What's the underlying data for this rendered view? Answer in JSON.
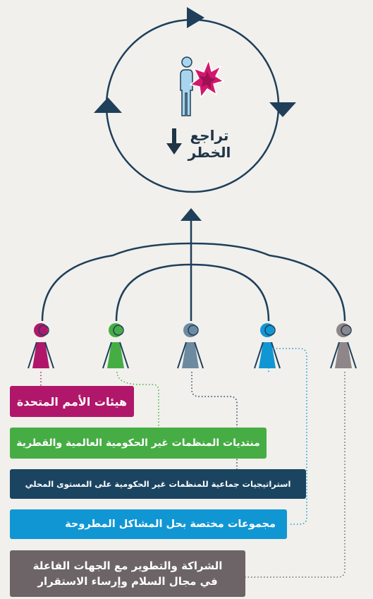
{
  "center": {
    "line1": "تراجع",
    "line2": "الخطر"
  },
  "labels": [
    {
      "text": "هيئات الأمم المتحدة",
      "color": "#b0176b"
    },
    {
      "text": "منتديات المنظمات غير الحكومية العالمية والقطرية",
      "color": "#46ad45"
    },
    {
      "text": "استراتيجيات جماعية للمنظمات غير الحكومية على المستوى المحلي",
      "color": "#1b4461"
    },
    {
      "text": "مجموعات مختصة بحل المشاكل المطروحة",
      "color": "#1196d4"
    },
    {
      "text": "الشراكة والتطوير مع الجهات الفاعلة",
      "text2": "في مجال السلام وإرساء الاستقرار",
      "color": "#6c6466"
    }
  ],
  "colors": {
    "line": "#1f3f5a",
    "person_blue": "#a9d4ee",
    "burst": "#d2176e"
  }
}
